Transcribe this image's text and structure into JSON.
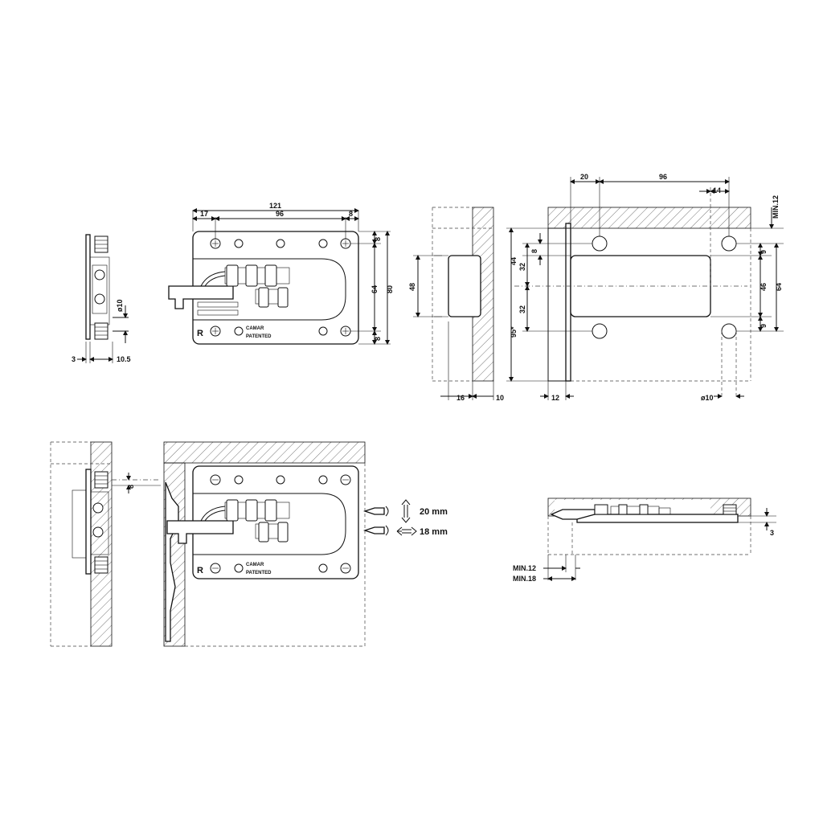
{
  "side_view": {
    "dims": {
      "d1": "3",
      "d2": "10.5",
      "dia": "ø10"
    }
  },
  "front_view": {
    "dims": {
      "total": "121",
      "left": "17",
      "spacing": "96",
      "right": "8",
      "top": "8",
      "vspacing": "64",
      "bottom": "8",
      "height": "80"
    },
    "brand": "CAMAR",
    "patented": "PATENTED",
    "side_mark": "R"
  },
  "section_view": {
    "dims": {
      "h": "48",
      "w1": "16",
      "w2": "10"
    }
  },
  "drilling_view": {
    "dims": {
      "a": "20",
      "b": "96",
      "c": "14",
      "min": "MIN.12",
      "v44": "44",
      "v8": "8",
      "v32a": "32",
      "v32b": "32",
      "v95": "95*",
      "r9a": "9",
      "r9b": "9",
      "r46": "46",
      "r64": "64",
      "bot12": "12",
      "bot_dia": "ø10"
    }
  },
  "mount_view": {
    "dims": {
      "d8": "8"
    },
    "brand": "CAMAR",
    "patented": "PATENTED",
    "side_mark": "R",
    "adjust": [
      {
        "value": "20 mm",
        "direction": "vertical"
      },
      {
        "value": "18 mm",
        "direction": "horizontal"
      }
    ]
  },
  "plan_view": {
    "dims": {
      "d3": "3",
      "min12": "MIN.12",
      "min18": "MIN.18"
    }
  }
}
